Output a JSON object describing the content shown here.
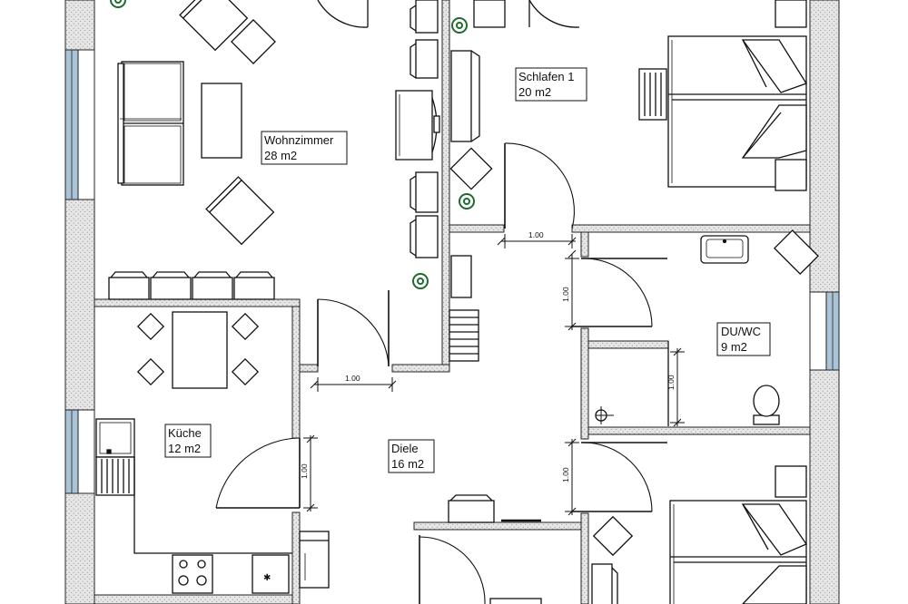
{
  "rooms": {
    "wohnzimmer": {
      "name": "Wohnzimmer",
      "area": "28 m2"
    },
    "schlafen1": {
      "name": "Schlafen 1",
      "area": "20 m2"
    },
    "kueche": {
      "name": "Küche",
      "area": "12 m2"
    },
    "diele": {
      "name": "Diele",
      "area": "16 m2"
    },
    "duwc": {
      "name": "DU/WC",
      "area": "9 m2"
    }
  },
  "dimensions": {
    "door_width": "1.00"
  },
  "colors": {
    "wall_fill": "#e4e4e4",
    "wall_stroke": "#222222",
    "line": "#111111",
    "window_blue": "#a9c4d6",
    "plant_green": "#1f6a2e"
  }
}
